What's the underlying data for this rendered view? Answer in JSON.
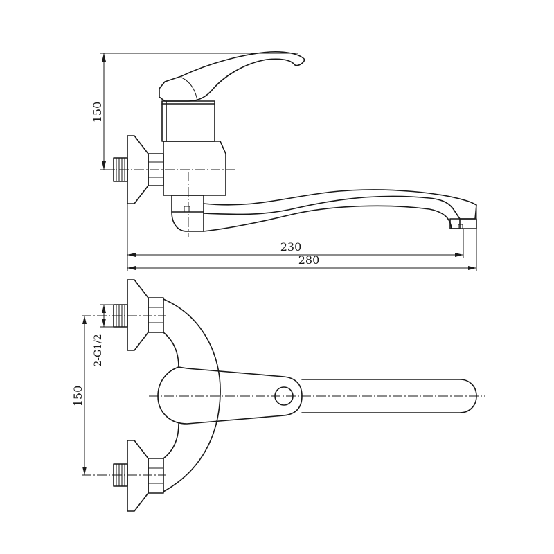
{
  "dimensions": {
    "side_height": "150",
    "spout_reach": "230",
    "overall_length": "280",
    "inlet_spacing": "150",
    "inlet_thread": "2-G1/2"
  }
}
